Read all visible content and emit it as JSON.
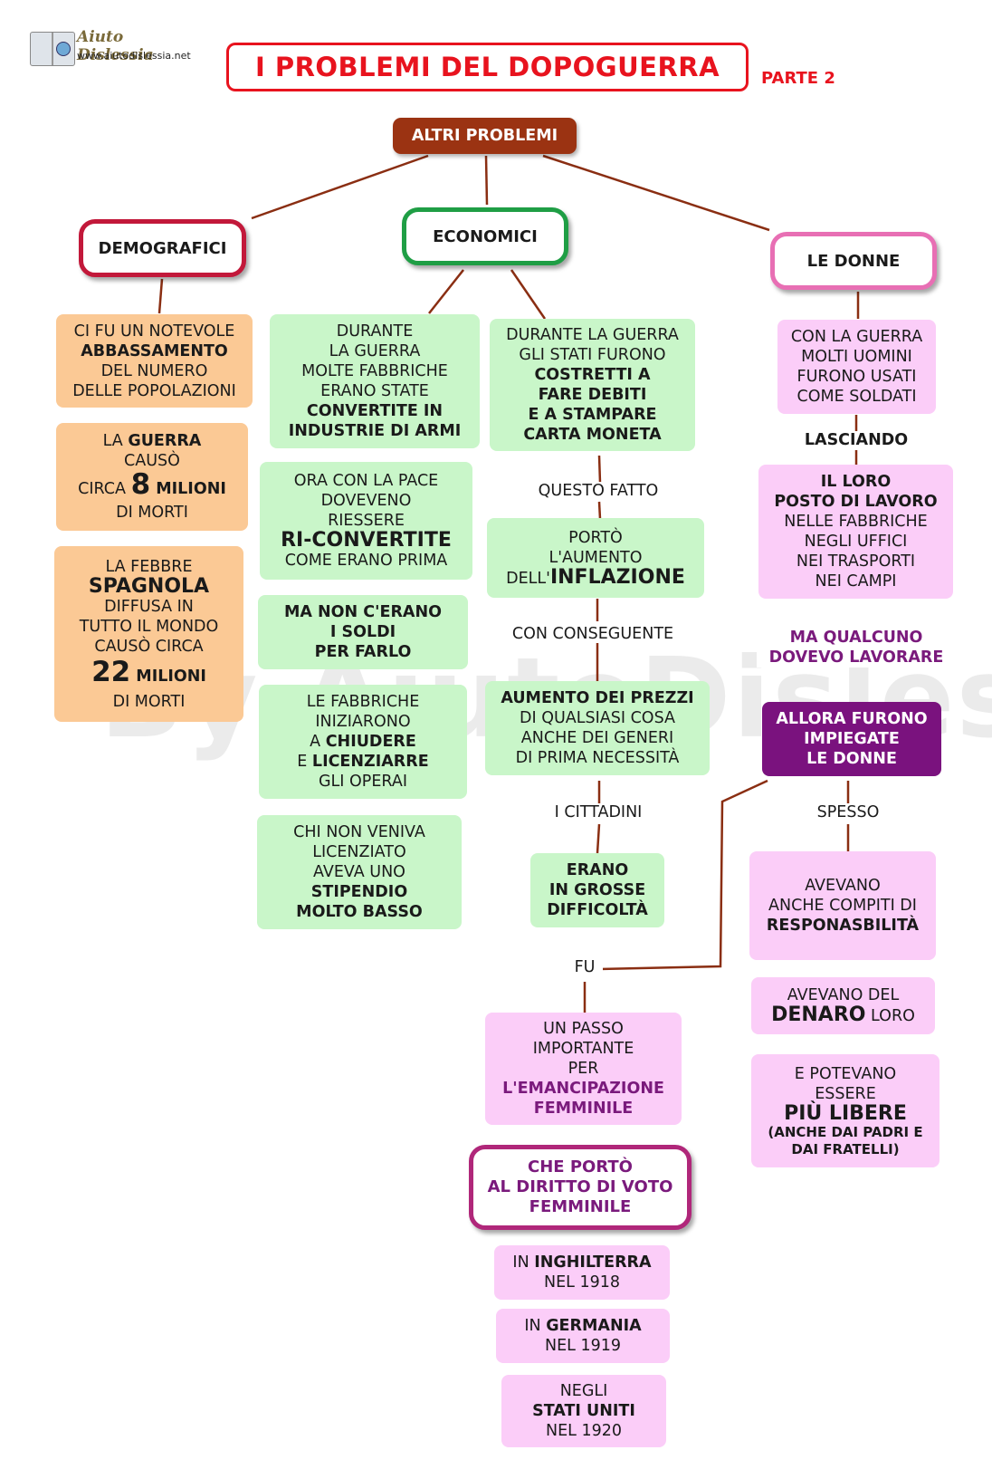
{
  "logo": {
    "name": "Aiuto Dislessia",
    "url": "www.aiutodislessia.net"
  },
  "title": "I PROBLEMI DEL DOPOGUERRA",
  "part": "PARTE 2",
  "root": "ALTRI PROBLEMI",
  "categories": {
    "demografici": "DEMOGRAFICI",
    "economici": "ECONOMICI",
    "donne": "LE DONNE"
  },
  "demo": {
    "b1": {
      "l1": "CI FU UN NOTEVOLE",
      "l2": "ABBASSAMENTO",
      "l3": "DEL NUMERO",
      "l4": "DELLE POPOLAZIONI"
    },
    "b2": {
      "l1a": "LA ",
      "l1b": "GUERRA",
      "l2": "CAUSÒ",
      "l3a": "CIRCA ",
      "l3b": "8",
      "l3c": " MILIONI",
      "l4": "DI MORTI"
    },
    "b3": {
      "l1": "LA FEBBRE",
      "l2": "SPAGNOLA",
      "l3": "DIFFUSA IN",
      "l4": "TUTTO IL MONDO",
      "l5": "CAUSÒ CIRCA",
      "l6a": "22",
      "l6b": " MILIONI",
      "l7": "DI MORTI"
    }
  },
  "eco_left": {
    "b1": {
      "l1": "DURANTE",
      "l2": "LA GUERRA",
      "l3": "MOLTE FABBRICHE",
      "l4": "ERANO STATE",
      "l5": "CONVERTITE IN",
      "l6": "INDUSTRIE DI ARMI"
    },
    "b2": {
      "l1": "ORA CON LA PACE",
      "l2": "DOVEVENO",
      "l3": "RIESSERE",
      "l4": "RI-CONVERTITE",
      "l5": "COME ERANO PRIMA"
    },
    "b3": {
      "l1": "MA NON C'ERANO",
      "l2": "I SOLDI",
      "l3": "PER FARLO"
    },
    "b4": {
      "l1": "LE FABBRICHE",
      "l2": "INIZIARONO",
      "l3a": "A ",
      "l3b": "CHIUDERE",
      "l4a": "E ",
      "l4b": "LICENZIARRE",
      "l5": "GLI OPERAI"
    },
    "b5": {
      "l1": "CHI NON VENIVA",
      "l2": "LICENZIATO",
      "l3": "AVEVA UNO",
      "l4": "STIPENDIO",
      "l5": "MOLTO BASSO"
    }
  },
  "eco_right": {
    "b1": {
      "l1": "DURANTE LA GUERRA",
      "l2": "GLI STATI FURONO",
      "l3": "COSTRETTI A",
      "l4": "FARE DEBITI",
      "l5": "E A STAMPARE",
      "l6": "CARTA MONETA"
    },
    "lbl1": "QUESTO FATTO",
    "b2": {
      "l1": "PORTÒ",
      "l2": "L'AUMENTO",
      "l3a": "DELL'",
      "l3b": "INFLAZIONE"
    },
    "lbl2": "CON CONSEGUENTE",
    "b3": {
      "l1": "AUMENTO DEI PREZZI",
      "l2": "DI QUALSIASI COSA",
      "l3": "ANCHE DEI GENERI",
      "l4": "DI PRIMA NECESSITÀ"
    },
    "lbl3": "I CITTADINI",
    "b4": {
      "l1": "ERANO",
      "l2": "IN GROSSE",
      "l3": "DIFFICOLTÀ"
    }
  },
  "donne": {
    "b1": {
      "l1": "CON LA GUERRA",
      "l2": "MOLTI UOMINI",
      "l3": "FURONO USATI",
      "l4": "COME  SOLDATI"
    },
    "lbl1": "LASCIANDO",
    "b2": {
      "l1": "IL LORO",
      "l2": "POSTO DI LAVORO",
      "l3": "NELLE FABBRICHE",
      "l4": "NEGLI UFFICI",
      "l5": "NEI TRASPORTI",
      "l6": "NEI CAMPI"
    },
    "lbl2": {
      "l1": "MA QUALCUNO",
      "l2": "DOVEVO LAVORARE"
    },
    "b3": {
      "l1": "ALLORA FURONO",
      "l2": "IMPIEGATE",
      "l3": "LE DONNE"
    },
    "lbl3": "SPESSO",
    "b4": {
      "l1": "AVEVANO",
      "l2": "ANCHE COMPITI DI",
      "l3": "RESPONASBILITÀ"
    },
    "b5": {
      "l1": "AVEVANO DEL",
      "l2a": "DENARO",
      "l2b": " LORO"
    },
    "b6": {
      "l1": "E POTEVANO",
      "l2": "ESSERE",
      "l3": "PIÙ LIBERE",
      "l4": "(ANCHE DAI PADRI E",
      "l5": "DAI FRATELLI)"
    }
  },
  "bottom": {
    "lbl": "FU",
    "b1": {
      "l1": "UN PASSO",
      "l2": "IMPORTANTE",
      "l3": "PER",
      "l4": "L'EMANCIPAZIONE",
      "l5": "FEMMINILE"
    },
    "b2": {
      "l1": "CHE PORTÒ",
      "l2": "AL DIRITTO DI VOTO",
      "l3": "FEMMINILE"
    },
    "b3": {
      "l1a": "IN ",
      "l1b": "INGHILTERRA",
      "l2": "NEL 1918"
    },
    "b4": {
      "l1a": "IN ",
      "l1b": "GERMANIA",
      "l2": "NEL 1919"
    },
    "b5": {
      "l1": "NEGLI",
      "l2": "STATI UNITI",
      "l3": "NEL 1920"
    }
  },
  "watermark": "By AiutoDislessia.net",
  "colors": {
    "title_red": "#e8131e",
    "root_brown": "#9b3312",
    "demo_border": "#c2183a",
    "eco_border": "#1f9e45",
    "donne_border": "#e86fb4",
    "vote_border": "#b0277a",
    "purple_box": "#7a127e",
    "purple_text": "#7a1a7c",
    "peach": "#fbc995",
    "green": "#c9f6c9",
    "pink": "#fbcdf8",
    "line": "#8a2e12"
  }
}
